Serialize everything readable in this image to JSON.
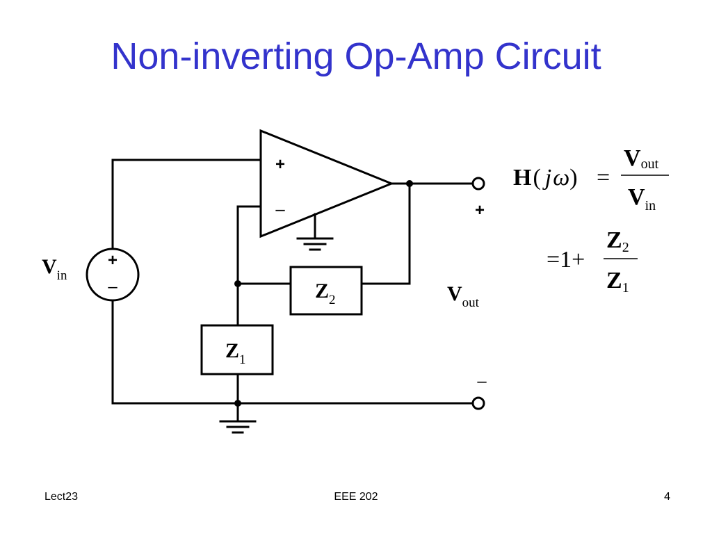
{
  "slide": {
    "title": "Non-inverting Op-Amp Circuit",
    "footer_left": "Lect23",
    "footer_center": "EEE 202",
    "footer_right": "4"
  },
  "diagram": {
    "opamp_plus": "+",
    "opamp_minus": "–",
    "source_plus": "+",
    "source_minus": "–",
    "vin": {
      "main": "V",
      "sub": "in"
    },
    "vout": {
      "main": "V",
      "sub": "out"
    },
    "terminal_plus": "+",
    "terminal_minus": "–",
    "z1": {
      "main": "Z",
      "sub": "1"
    },
    "z2": {
      "main": "Z",
      "sub": "2"
    }
  },
  "equation": {
    "lhs_bold": "H",
    "lhs_paren_open": "(",
    "lhs_j": "j",
    "lhs_omega": "ω",
    "lhs_paren_close": ")",
    "equals": "=",
    "frac1_num": {
      "main": "V",
      "sub": "out"
    },
    "frac1_den": {
      "main": "V",
      "sub": "in"
    },
    "line2_prefix": "=1+",
    "frac2_num": {
      "main": "Z",
      "sub": "2"
    },
    "frac2_den": {
      "main": "Z",
      "sub": "1"
    }
  }
}
